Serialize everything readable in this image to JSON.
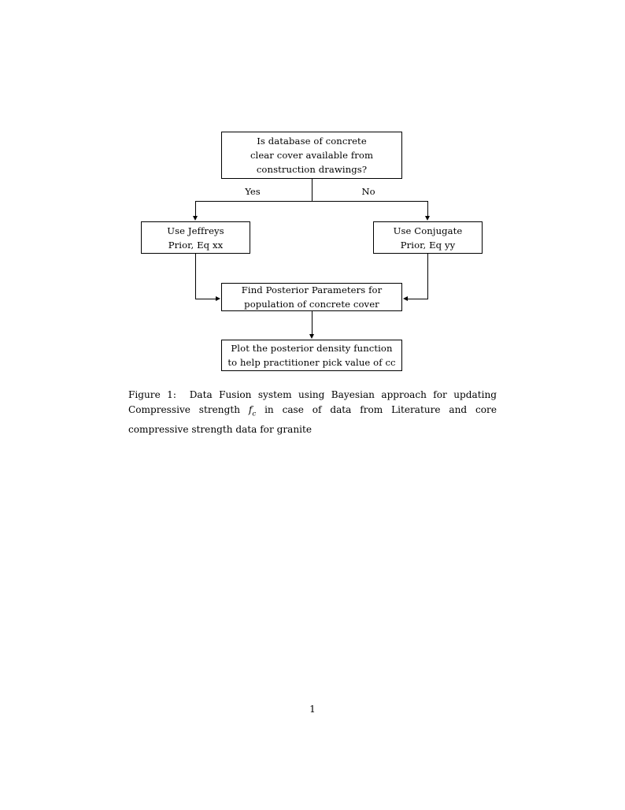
{
  "document": {
    "page_number": "1",
    "background_color": "#ffffff",
    "text_color": "#000000"
  },
  "figure": {
    "type": "flowchart",
    "nodes": [
      {
        "id": "decision",
        "name": "decision-node",
        "shape": "rectangle",
        "lines": [
          "Is database of concrete",
          "clear cover available from",
          "construction drawings?"
        ]
      },
      {
        "id": "jeffreys",
        "name": "jeffreys-prior-node",
        "shape": "rectangle",
        "lines": [
          "Use Jeffreys",
          "Prior, Eq xx"
        ]
      },
      {
        "id": "conjugate",
        "name": "conjugate-prior-node",
        "shape": "rectangle",
        "lines": [
          "Use Conjugate",
          "Prior, Eq yy"
        ]
      },
      {
        "id": "posterior",
        "name": "find-posterior-node",
        "shape": "rectangle",
        "lines": [
          "Find Posterior Parameters for",
          "population of concrete cover"
        ]
      },
      {
        "id": "plot",
        "name": "plot-density-node",
        "shape": "rectangle",
        "lines": [
          "Plot the posterior density function",
          "to help practitioner pick value of cc"
        ]
      }
    ],
    "edge_labels": {
      "yes": "Yes",
      "no": "No"
    },
    "edges": [
      {
        "from": "decision",
        "to": "jeffreys",
        "label": "Yes"
      },
      {
        "from": "decision",
        "to": "conjugate",
        "label": "No"
      },
      {
        "from": "jeffreys",
        "to": "posterior",
        "label": ""
      },
      {
        "from": "conjugate",
        "to": "posterior",
        "label": ""
      },
      {
        "from": "posterior",
        "to": "plot",
        "label": ""
      }
    ]
  },
  "caption": {
    "label": "Figure 1:",
    "part1": "Data Fusion system using Bayesian approach for updating Compressive strength",
    "math_base": "f",
    "math_sub": "c",
    "part2": "in case of data from Literature and core compressive strength data for granite"
  }
}
